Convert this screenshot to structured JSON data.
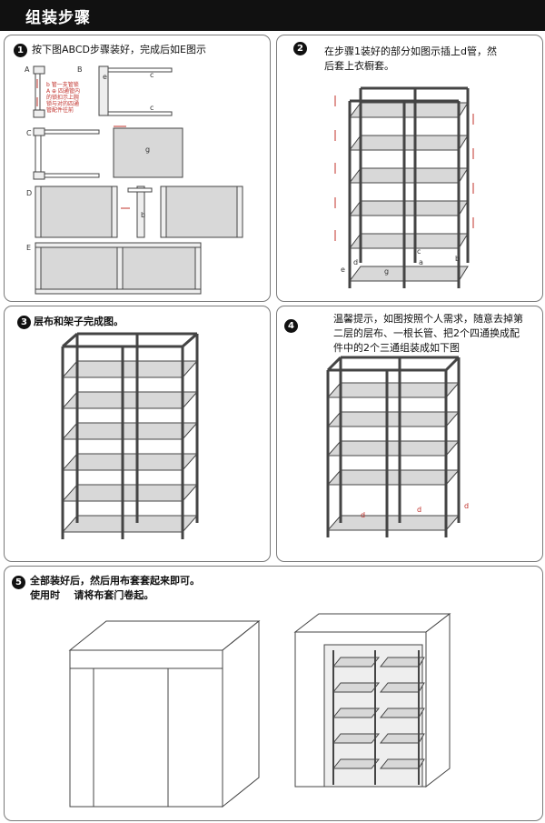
{
  "header": {
    "title": "组装步骤"
  },
  "steps": [
    {
      "num": "1",
      "lines": [
        "按下图ABCD步骤装好，完成后如E图示"
      ]
    },
    {
      "num": "2",
      "lines": [
        "在步骤1装好的部分如图示插上d管，然",
        "后套上衣橱套。"
      ]
    },
    {
      "num": "3",
      "lines": [
        "层布和架子完成图。"
      ]
    },
    {
      "num": "4",
      "lines": [
        "温馨提示，如图按照个人需求，随意去掉第",
        "二层的层布、一根长管、把2个四通换成配",
        "件中的2个三通组装成如下图"
      ]
    },
    {
      "num": "5",
      "lines": [
        "全部装好后，然后用布套套起来即可。",
        "使用时    请将布套门卷起。"
      ]
    }
  ],
  "step1_labels": {
    "a": "A",
    "b": "B",
    "c": "C",
    "d": "D",
    "e": "E",
    "part_b": "b",
    "part_c": "c",
    "part_e": "e",
    "part_g": "g",
    "note1": "b 管一支管锁",
    "note2": "A ⊕ 四通管内",
    "note3": "的锁扣示上腕",
    "note4": "锁与对的四通",
    "note5": "管配件往前"
  },
  "step2_labels": {
    "d": "d",
    "c": "c",
    "e": "e",
    "a": "a",
    "b": "b",
    "g": "g"
  },
  "step4_labels": {
    "d": "d"
  },
  "colors": {
    "header_bg": "#111111",
    "accent_red": "#c0302a",
    "panel_fill": "#d8d8d8"
  }
}
